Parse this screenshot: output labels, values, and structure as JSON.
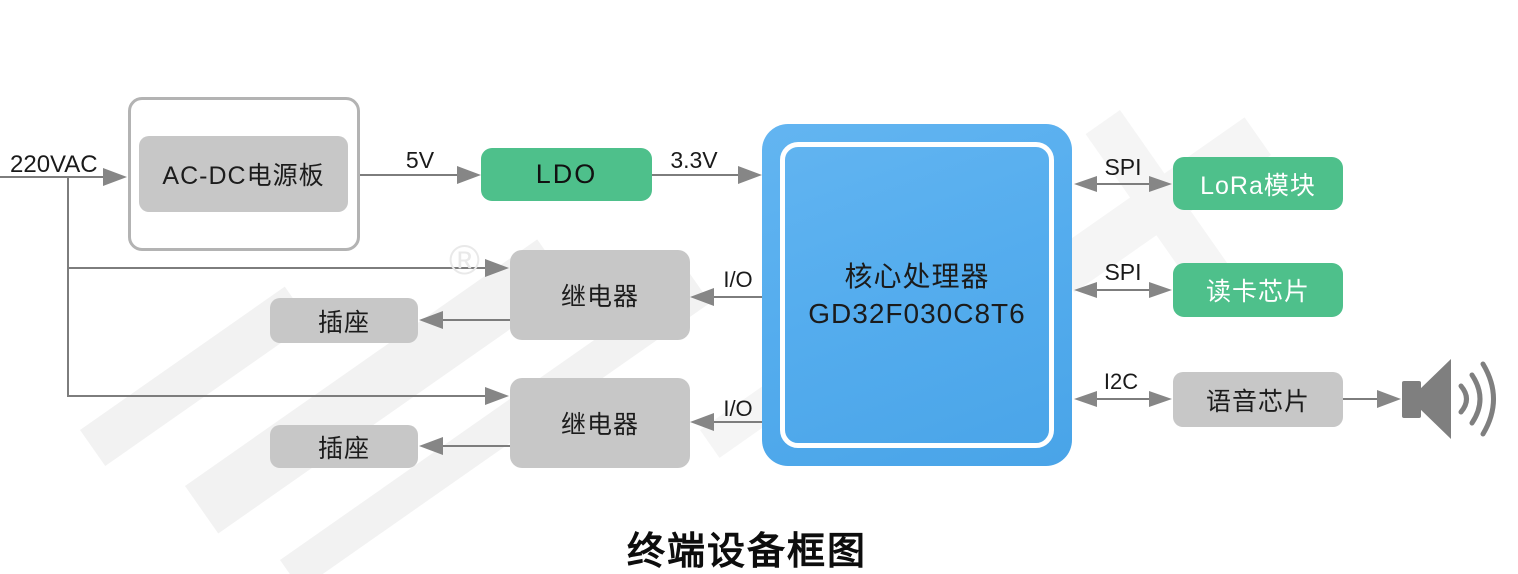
{
  "title": "终端设备框图",
  "nodes": {
    "acdc": {
      "label": "AC-DC电源板"
    },
    "ldo": {
      "label": "LDO"
    },
    "core": {
      "line1": "核心处理器",
      "line2": "GD32F030C8T6"
    },
    "lora": {
      "label": "LoRa模块"
    },
    "card_reader": {
      "label": "读卡芯片"
    },
    "voice": {
      "label": "语音芯片"
    },
    "relay1": {
      "label": "继电器"
    },
    "relay2": {
      "label": "继电器"
    },
    "socket1": {
      "label": "插座"
    },
    "socket2": {
      "label": "插座"
    }
  },
  "edges": {
    "mains": "220VAC",
    "rail_5v": "5V",
    "rail_3v3": "3.3V",
    "spi_lora": "SPI",
    "spi_card": "SPI",
    "i2c_voice": "I2C",
    "io_relay1": "I/O",
    "io_relay2": "I/O"
  },
  "watermark": {
    "registered": "®"
  },
  "icons": {
    "speaker": "speaker-icon"
  },
  "colors": {
    "green": "#4ec08b",
    "blue_top": "#5fb3f0",
    "blue_bottom": "#49a4e8",
    "gray_box": "#c7c7c7",
    "wire": "#7d7d7d",
    "arrow": "#868686",
    "text": "#1a1a1a",
    "container_border": "#b3b3b3"
  }
}
